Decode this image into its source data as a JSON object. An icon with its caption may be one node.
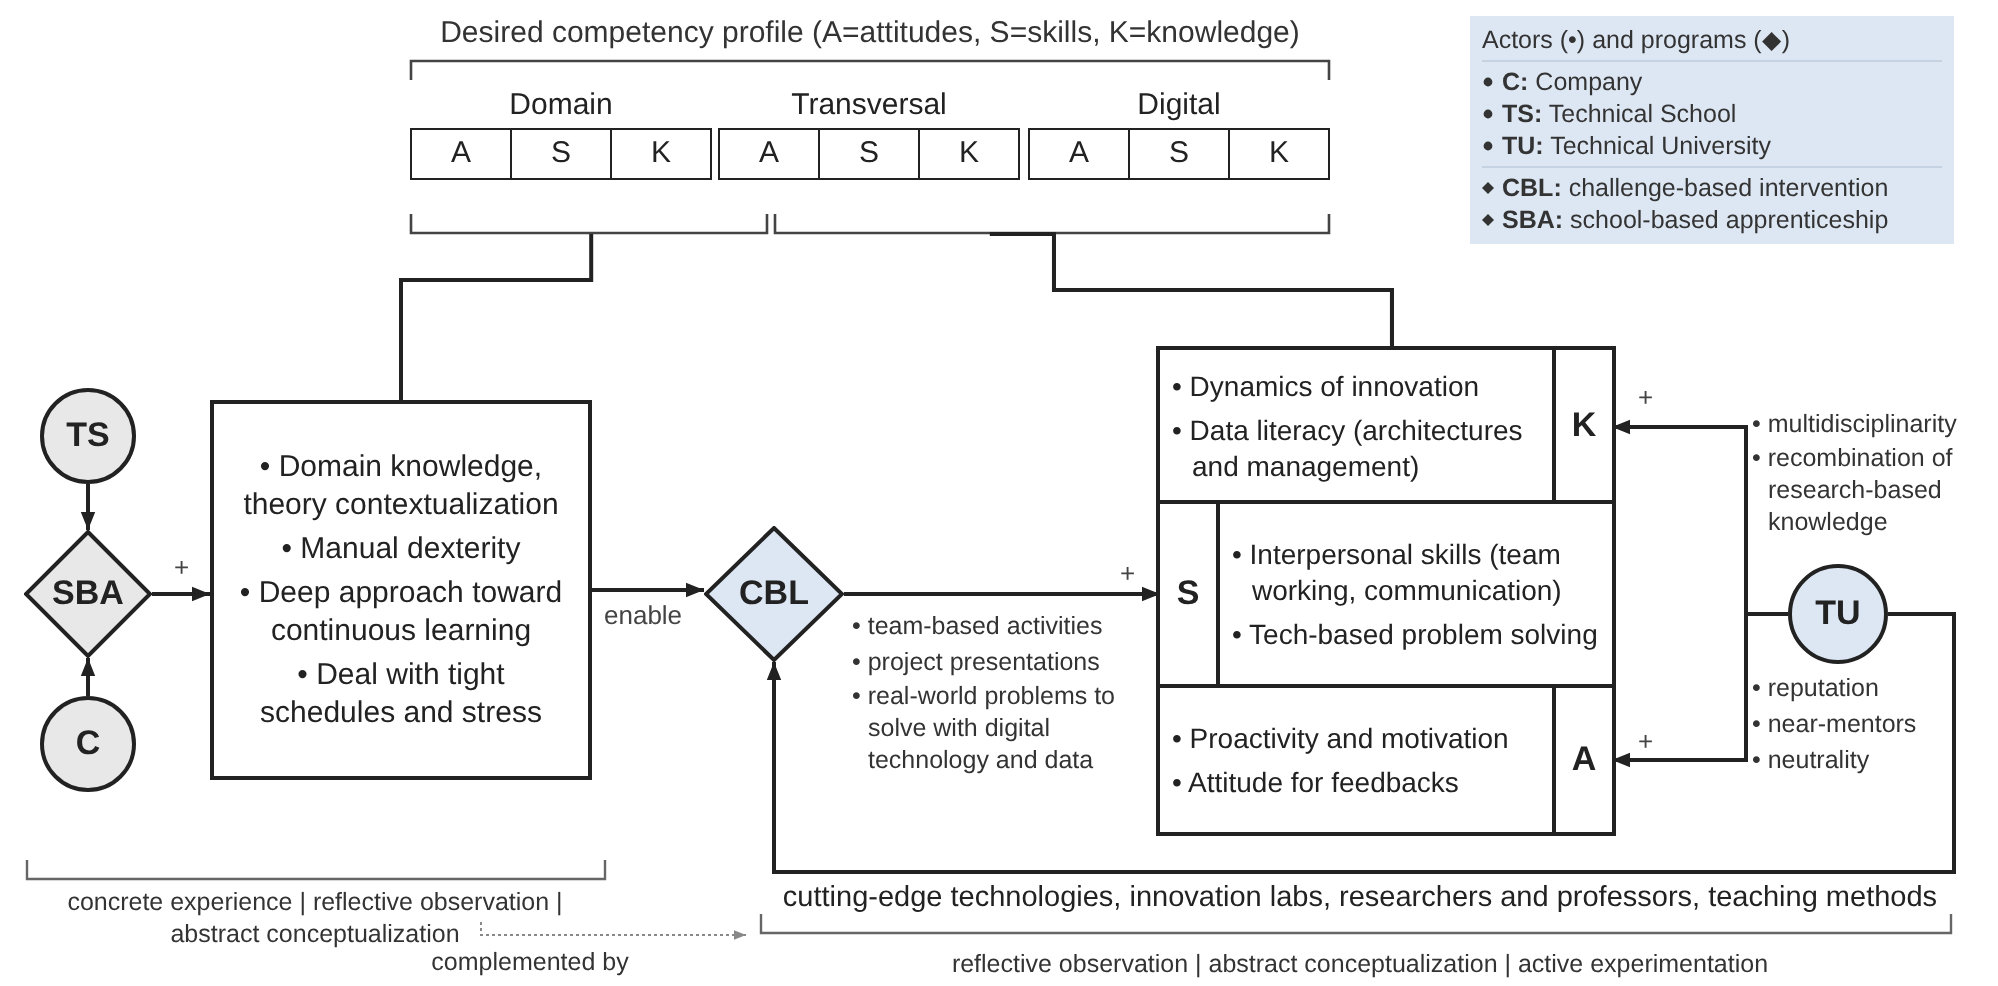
{
  "diagram": {
    "nodes": [
      {
        "text": [
          "TS"
        ]
      },
      {
        "text": [
          "SBA"
        ]
      },
      {
        "text": [
          "C"
        ]
      },
      {
        "text": [
          "• Domain knowledge, theory contextualization",
          "• Manual dexterity",
          "• Deep approach toward continuous learning",
          "• Deal with tight schedules and stress"
        ]
      },
      {
        "text": [
          "CBL"
        ]
      },
      {
        "text": [],
        "shape": "box"
      },
      {
        "text": [
          "• Dynamics of innovation",
          "• Data literacy (architectures and management)",
          "K"
        ],
        "in": 5
      },
      {
        "text": [
          "S",
          "• Interpersonal skills (team working, communication)",
          "• Tech-based problem solving"
        ],
        "in": 5
      },
      {
        "text": [
          "• Proactivity and motivation",
          "• Attitude for feedbacks",
          "A"
        ],
        "in": 5
      },
      {
        "text": [
          "TU"
        ]
      },
      {
        "text": [
          "Domain"
        ]
      },
      {
        "text": [
          "A"
        ],
        "in": 10
      },
      {
        "text": [
          "S"
        ],
        "in": 10
      },
      {
        "text": [
          "K"
        ],
        "in": 10
      },
      {
        "text": [
          "Transversal"
        ]
      },
      {
        "text": [
          "A"
        ],
        "in": 14
      },
      {
        "text": [
          "S"
        ],
        "in": 14
      },
      {
        "text": [
          "K"
        ],
        "in": 14
      },
      {
        "text": [
          "Digital"
        ]
      },
      {
        "text": [
          "A"
        ],
        "in": 18
      },
      {
        "text": [
          "S"
        ],
        "in": 18
      },
      {
        "text": [
          "K"
        ],
        "in": 18
      }
    ],
    "edges": [
      {
        "from": 0,
        "to": 1,
        "arrow": "to"
      },
      {
        "from": 2,
        "to": 1,
        "arrow": "to"
      },
      {
        "from": 1,
        "to": 3,
        "arrow": "to",
        "label": "+"
      },
      {
        "from": 3,
        "to": 4,
        "arrow": "to",
        "label": "enable"
      },
      {
        "from": 4,
        "to": 7,
        "arrow": "to",
        "label": "+"
      },
      {
        "from": 9,
        "to": 6,
        "arrow": "to",
        "label": "+"
      },
      {
        "from": 9,
        "to": 8,
        "arrow": "to",
        "label": "+"
      },
      {
        "from": 9,
        "to": 4,
        "arrow": "to",
        "label": "cutting-edge technologies, innovation labs, researchers and professors, teaching methods"
      },
      {
        "from": 10,
        "to": 3,
        "arrow": "none"
      },
      {
        "from": 14,
        "to": 5,
        "arrow": "none"
      },
      {
        "from": 18,
        "to": 5,
        "arrow": "none"
      }
    ],
    "labels": [
      "Desired competency profile (A=attitudes, S=skills, K=knowledge)",
      "• team-based activities",
      "• project presentations",
      "• real-world problems to solve with digital technology and data",
      "• multidisciplinarity",
      "• recombination of research-based knowledge",
      "• reputation",
      "• near-mentors",
      "• neutrality",
      "concrete experience | reflective observation | abstract conceptualization",
      "complemented by",
      "reflective observation | abstract conceptualization | active experimentation",
      "Actors (•) and programs (◆)"
    ],
    "legend": [
      {
        "text": "**C:** Company"
      },
      {
        "text": "**TS:** Technical School"
      },
      {
        "text": "**TU:** Technical University"
      },
      {
        "text": "**CBL:** challenge-based intervention"
      },
      {
        "text": "**SBA:** school-based apprenticeship"
      }
    ]
  }
}
